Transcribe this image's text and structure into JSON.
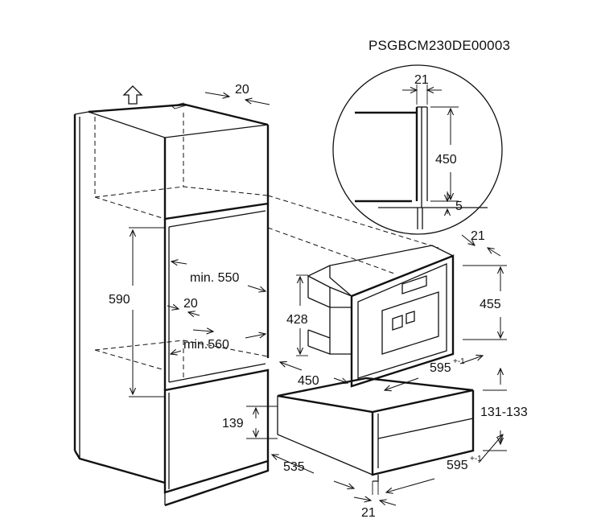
{
  "reference_code": "PSGBCM230DE00003",
  "dimensions": {
    "top_gap": "20",
    "detail_gap": "21",
    "detail_height": "450",
    "detail_bottom": "5",
    "niche_height": "590",
    "niche_depth_min": "min. 550",
    "niche_side_gap": "20",
    "niche_width_min": "min.560",
    "appliance_side_gap": "21",
    "appliance_height_front": "455",
    "appliance_height_body": "428",
    "appliance_depth": "450",
    "appliance_width": "595",
    "appliance_width_tol": "+-1",
    "drawer_height": "131-133",
    "drawer_inset": "139",
    "drawer_depth": "535",
    "drawer_width": "595",
    "drawer_width_tol": "+-1",
    "bottom_gap": "21"
  }
}
